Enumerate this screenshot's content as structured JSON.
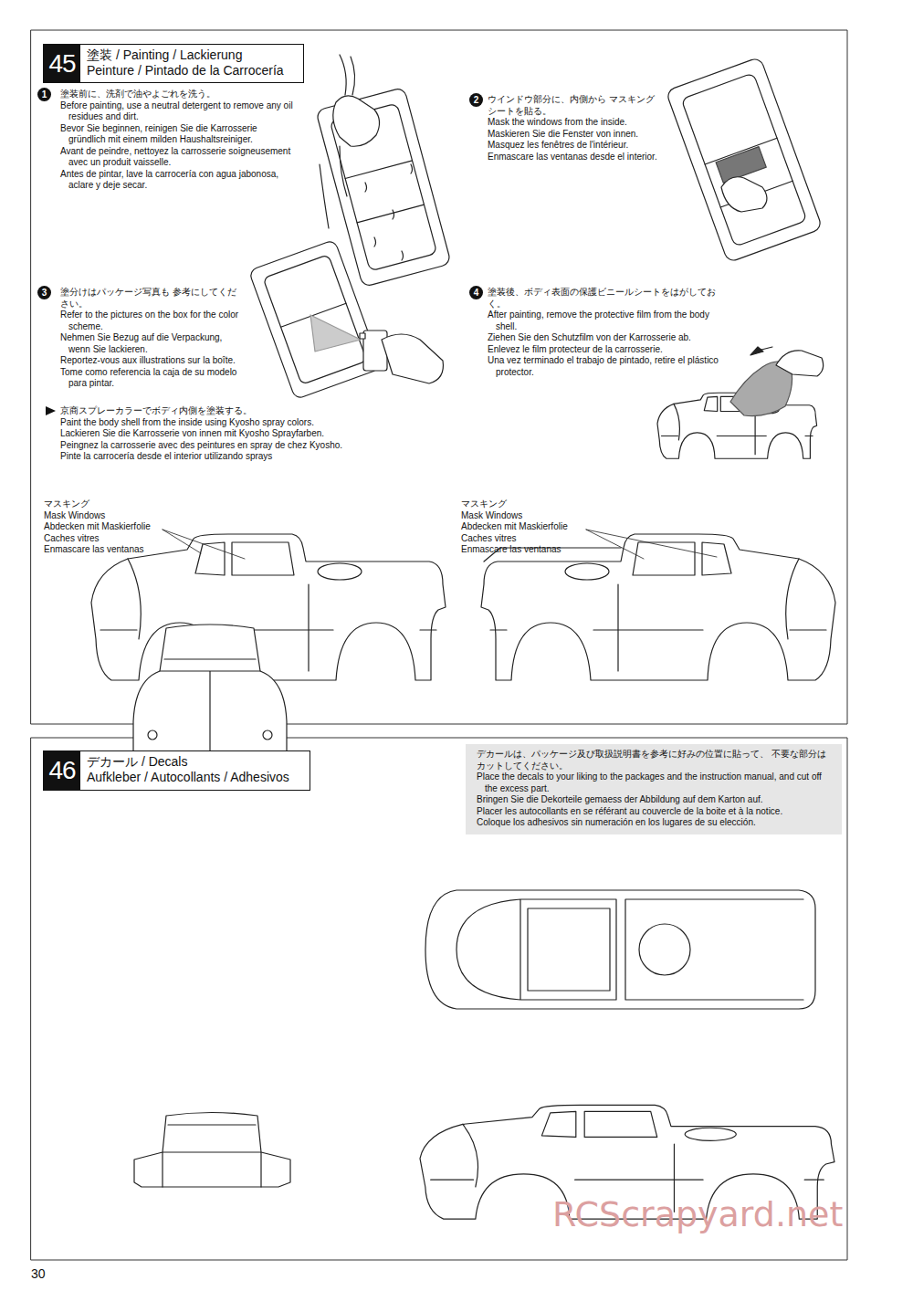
{
  "diagram": {
    "nodes": [
      {
        "text": [
          "45",
          "塗装 / Painting / Lackierung",
          "Peinture / Pintado de la Carrocería"
        ]
      },
      {
        "text": [
          "1"
        ]
      },
      {
        "text": [
          "2"
        ]
      },
      {
        "text": [
          "3"
        ]
      },
      {
        "text": [
          "4"
        ]
      },
      {
        "text": [
          "46",
          "デカール / Decals",
          "Aufkleber / Autocollants / Adhesivos"
        ]
      },
      {
        "text": [
          "デカールは、パッケージ及び取扱説明書を参考に好みの位置に貼って、 不要な部分はカットしてください。",
          "Place the decals to your liking to the packages and the instruction manual, and cut off the excess part.",
          "Bringen Sie die Dekorteile gemaess der Abbildung auf dem Karton auf.",
          "Placer les autocollants en se référant au couvercle de la boite et à la notice.",
          "Coloque los adhesivos sin numeración en los lugares de su elección."
        ]
      }
    ],
    "labels": [
      "塗装前に、洗剤で油やよごれを洗う。",
      "Before painting, use a neutral detergent to remove any oil residues and dirt.",
      "Bevor Sie beginnen, reinigen Sie die Karrosserie gründlich mit einem milden Haushaltsreiniger.",
      "Avant de peindre, nettoyez la carrosserie soigneusement avec un produit vaisselle.",
      "Antes de pintar, lave la carrocería con agua jabonosa, aclare y deje secar.",
      "ウインドウ部分に、内側から マスキングシートを貼る。",
      "Mask the windows from the inside.",
      "Maskieren Sie die Fenster von innen.",
      "Masquez les fenêtres de l'intérieur.",
      "Enmascare las ventanas desde el interior.",
      "塗分けはパッケージ写真も 参考にしてください。",
      "Refer to the pictures on the box for the color scheme.",
      "Nehmen Sie Bezug auf die Verpackung, wenn Sie lackieren.",
      "Reportez-vous aux illustrations sur la boîte.",
      "Tome como referencia la caja de su modelo para pintar.",
      "京商スプレーカラーでボディ内側を塗装する。",
      "Paint the body shell from the inside using Kyosho spray colors.",
      "Lackieren Sie die Karrosserie von innen mit Kyosho Sprayfarben.",
      "Peingnez la carrosserie avec des peintures en spray de chez Kyosho.",
      "Pinte la carrocería desde el interior utilizando sprays",
      "塗装後、ボディ表面の保護ビニールシートをはがしておく。",
      "After painting, remove the protective film from the body shell.",
      "Ziehen Sie den Schutzfilm von der Karrosserie ab.",
      "Enlevez le film protecteur de la carrosserie.",
      "Una vez terminado el trabajo de pintado, retire el plástico protector.",
      "マスキング",
      "Mask Windows",
      "Abdecken mit Maskierfolie",
      "Caches vitres",
      "Enmascare las ventanas",
      "マスキング",
      "Mask Windows",
      "Abdecken mit Maskierfolie",
      "Caches vitres",
      "Enmascare las ventanas",
      "30",
      "RCScrapyard.net"
    ]
  }
}
